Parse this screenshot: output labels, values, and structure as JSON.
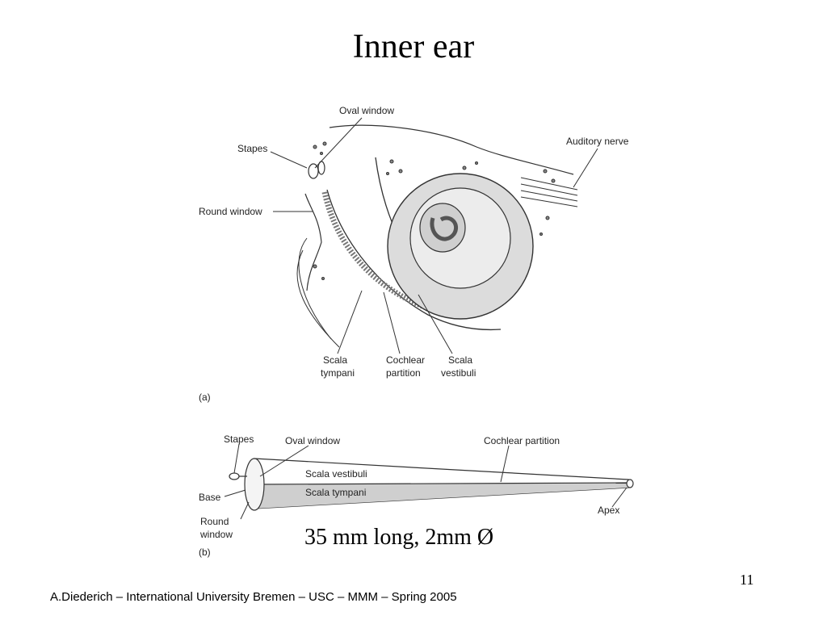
{
  "slide": {
    "title": "Inner ear",
    "caption": "35 mm long, 2mm Ø",
    "page_number": "11",
    "footer": "A.Diederich – International University Bremen – USC  – MMM  – Spring 2005"
  },
  "diagram_a": {
    "panel_label": "(a)",
    "oval_window": "Oval window",
    "stapes": "Stapes",
    "auditory_nerve": "Auditory nerve",
    "round_window": "Round window",
    "scala_tympani": [
      "Scala",
      "tympani"
    ],
    "cochlear_partition": [
      "Cochlear",
      "partition"
    ],
    "scala_vestibuli": [
      "Scala",
      "vestibuli"
    ]
  },
  "diagram_b": {
    "panel_label": "(b)",
    "stapes": "Stapes",
    "oval_window": "Oval window",
    "cochlear_partition": "Cochlear partition",
    "scala_vestibuli": "Scala vestibuli",
    "scala_tympani": "Scala tympani",
    "base": "Base",
    "round_window": [
      "Round",
      "window"
    ],
    "apex": "Apex"
  }
}
